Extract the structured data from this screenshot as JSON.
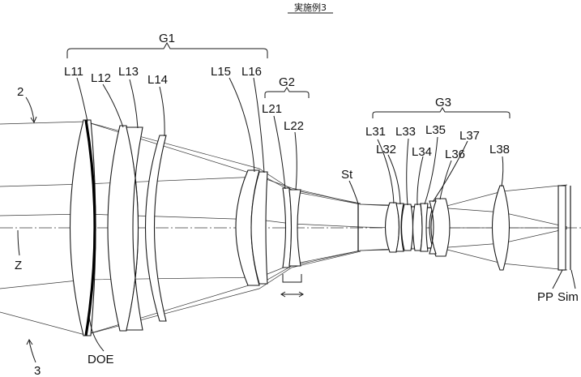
{
  "title": "実施例3",
  "groups": {
    "g1": "G1",
    "g2": "G2",
    "g3": "G3"
  },
  "lenses": {
    "l11": "L11",
    "l12": "L12",
    "l13": "L13",
    "l14": "L14",
    "l15": "L15",
    "l16": "L16",
    "l21": "L21",
    "l22": "L22",
    "l31": "L31",
    "l32": "L32",
    "l33": "L33",
    "l34": "L34",
    "l35": "L35",
    "l36": "L36",
    "l37": "L37",
    "l38": "L38"
  },
  "markers": {
    "ray_upper": "2",
    "ray_lower": "3",
    "axis": "Z",
    "stop": "St",
    "doe": "DOE",
    "prism": "PP",
    "sensor": "Sim"
  }
}
